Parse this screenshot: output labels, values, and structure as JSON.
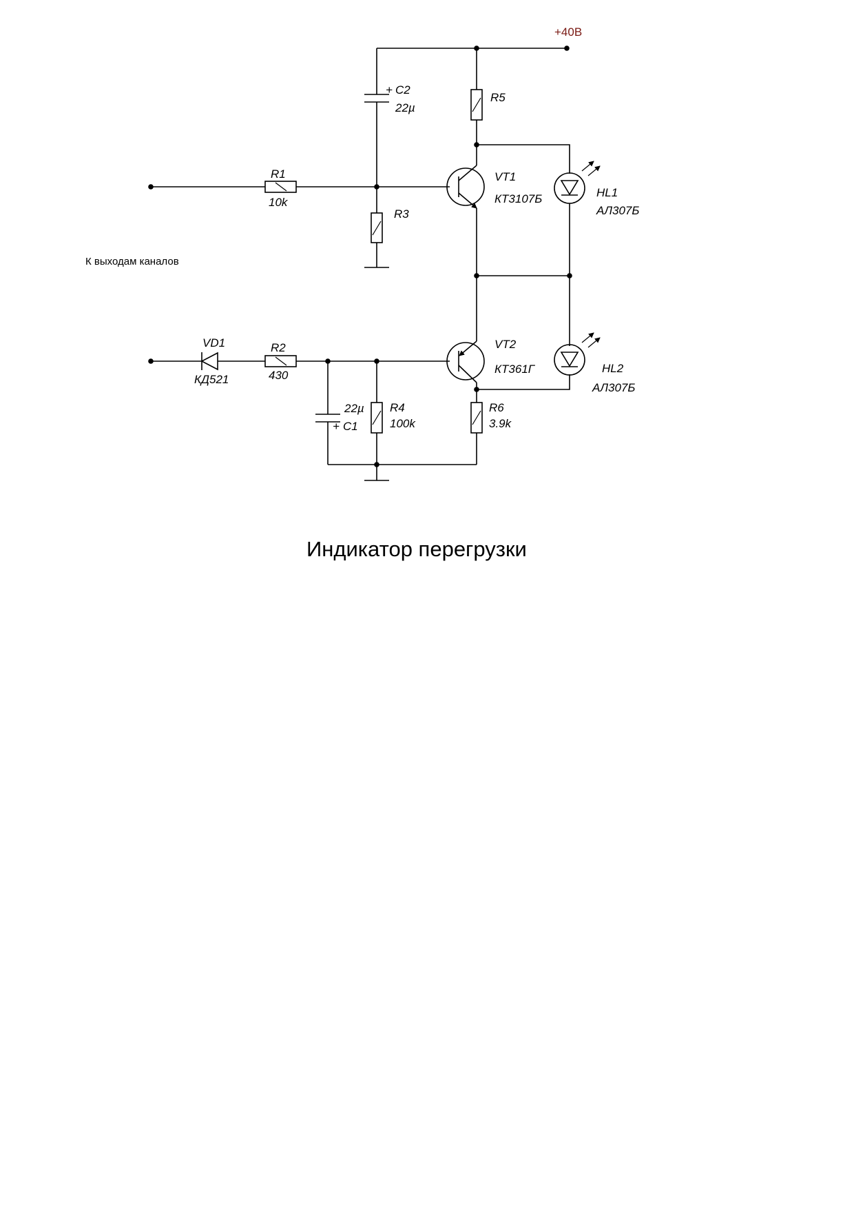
{
  "supply": {
    "label": "+40В"
  },
  "input_note": "К выходам каналов",
  "title": "Индикатор перегрузки",
  "components": {
    "C2": {
      "ref": "C2",
      "value": "22µ",
      "polarity": "+"
    },
    "C1": {
      "ref": "C1",
      "value": "22µ",
      "polarity": "+"
    },
    "R1": {
      "ref": "R1",
      "value": "10k"
    },
    "R2": {
      "ref": "R2",
      "value": "430"
    },
    "R3": {
      "ref": "R3"
    },
    "R4": {
      "ref": "R4",
      "value": "100k"
    },
    "R5": {
      "ref": "R5"
    },
    "R6": {
      "ref": "R6",
      "value": "3.9k"
    },
    "VD1": {
      "ref": "VD1",
      "part": "КД521"
    },
    "VT1": {
      "ref": "VT1",
      "part": "КТ3107Б"
    },
    "VT2": {
      "ref": "VT2",
      "part": "КТ361Г"
    },
    "HL1": {
      "ref": "HL1",
      "part": "АЛ307Б"
    },
    "HL2": {
      "ref": "HL2",
      "part": "АЛ307Б"
    }
  }
}
